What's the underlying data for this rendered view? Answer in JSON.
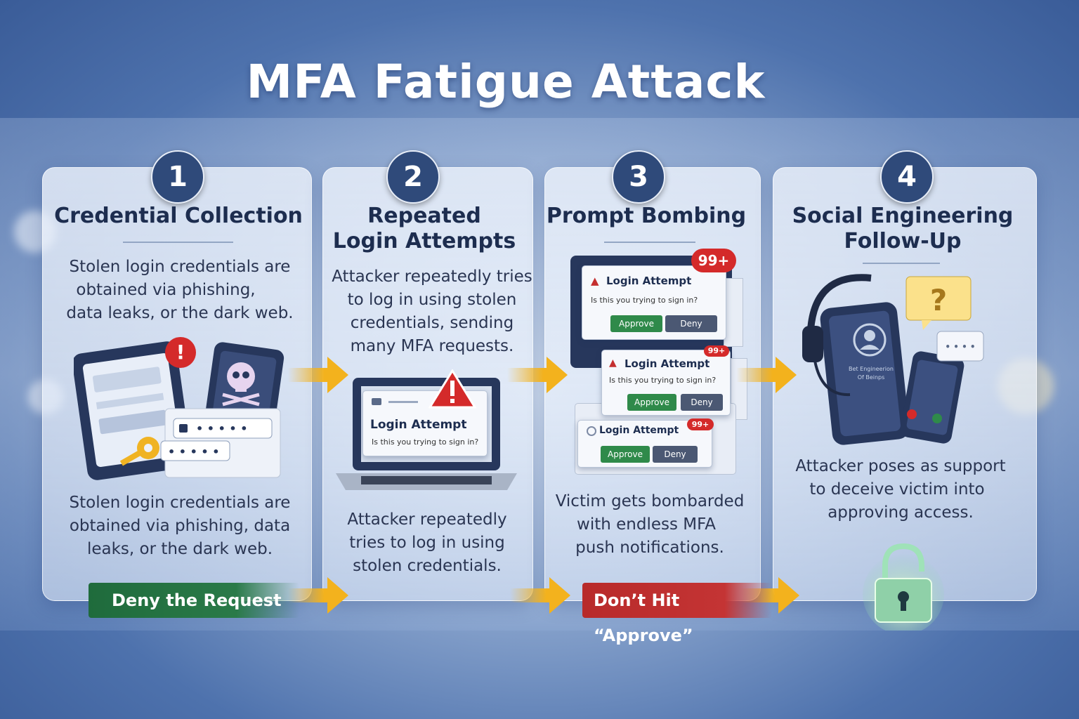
{
  "title": "MFA Fatigue Attack",
  "steps": [
    {
      "number": "1",
      "heading": "Credential Collection",
      "text_top": [
        "Stolen login credentials are",
        "obtained via phishing,",
        "data leaks, or the dark web."
      ],
      "text_bottom": [
        "Stolen login credentials are",
        "obtained via phishing, data",
        "leaks, or the dark web."
      ],
      "icons": {
        "alert": "!",
        "password_mask": "• • • • •",
        "password_mask_2": "• • • • •"
      }
    },
    {
      "number": "2",
      "heading_lines": [
        "Repeated",
        "Login Attempts"
      ],
      "text_top": [
        "Attacker repeatedly tries",
        "to log in using stolen",
        "credentials, sending",
        "many MFA requests."
      ],
      "text_bottom": [
        "Attacker repeatedly",
        "tries to log in using",
        "stolen credentials."
      ],
      "dialog": {
        "title": "Login Attempt",
        "subtitle": "Is this you trying to sign in?"
      }
    },
    {
      "number": "3",
      "heading": "Prompt Bombing",
      "text_bottom": [
        "Victim gets bombarded",
        "with endless MFA",
        "push notifications."
      ],
      "dialogs": [
        {
          "title": "Login Attempt",
          "subtitle": "Is this you trying to sign in?",
          "approve": "Approve",
          "deny": "Deny",
          "badge": "99+"
        },
        {
          "title": "Login Attempt",
          "subtitle": "Is this you trying to sign in?",
          "approve": "Approve",
          "deny": "Deny",
          "badge": "99+"
        },
        {
          "title": "Login Attempt",
          "approve": "Approve",
          "deny": "Deny",
          "badge": "99+"
        }
      ]
    },
    {
      "number": "4",
      "heading_lines": [
        "Social Engineering",
        "Follow-Up"
      ],
      "text_bottom": [
        "Attacker poses as support",
        "to deceive victim into",
        "approving access."
      ],
      "phone_text": [
        "Bet Engineerion",
        "Of Beinps"
      ],
      "bubble_q": "?",
      "bubble_dots": "• • • •"
    }
  ],
  "callouts": {
    "deny": "Deny the Request",
    "approve": "Don’t Hit “Approve”"
  },
  "colors": {
    "card_heading": "#1d2d4f",
    "number_circle": "#2f4a7a",
    "arrow": "#f3b21d",
    "deny_pill": "#1f6b3c",
    "approve_pill": "#c42f2f",
    "approve_btn": "#2f8a4a"
  }
}
